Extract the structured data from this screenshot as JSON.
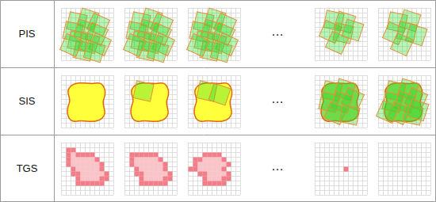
{
  "diagram": {
    "labels": [
      "PIS",
      "SIS",
      "TGS",
      "…",
      "…",
      "…"
    ]
  }
}
